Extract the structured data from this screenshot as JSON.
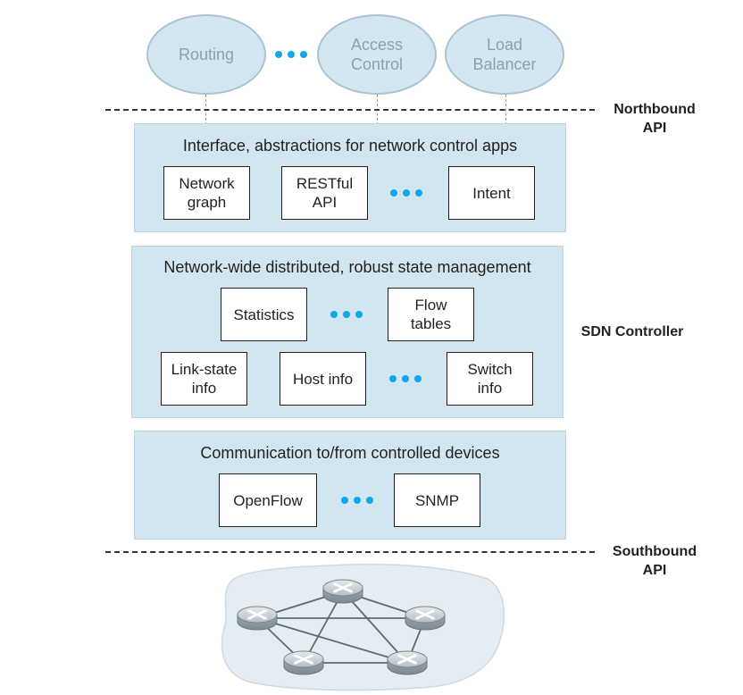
{
  "apps": [
    {
      "label": "Routing"
    },
    {
      "label": "Access\nControl"
    },
    {
      "label": "Load\nBalancer"
    }
  ],
  "northbound_label": "Northbound\nAPI",
  "southbound_label": "Southbound\nAPI",
  "controller_label": "SDN Controller",
  "layers": {
    "interface": {
      "title": "Interface, abstractions for  network control apps",
      "boxes": [
        "Network\ngraph",
        "RESTful\nAPI",
        "Intent"
      ]
    },
    "state": {
      "title": "Network-wide distributed, robust state management",
      "boxes": [
        "Statistics",
        "Flow\ntables",
        "Link-state\ninfo",
        "Host info",
        "Switch\ninfo"
      ]
    },
    "comm": {
      "title": "Communication to/from controlled devices",
      "boxes": [
        "OpenFlow",
        "SNMP"
      ]
    }
  },
  "colors": {
    "layer_fill": "#d2e6f1",
    "app_fill": "#d4e6f1",
    "ellipsis_dots": "#12a8e8"
  },
  "icons": [
    "router-icon",
    "ellipsis-dots-icon"
  ]
}
